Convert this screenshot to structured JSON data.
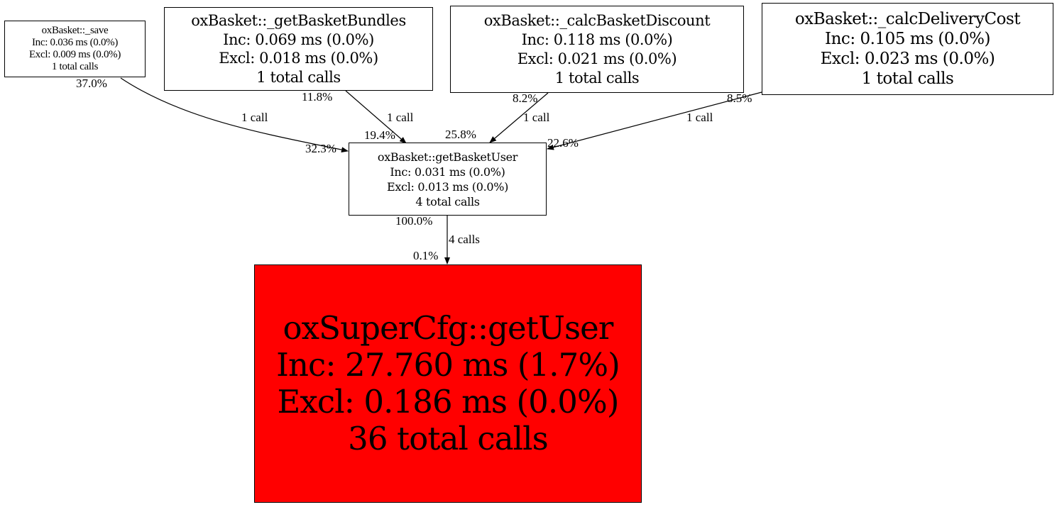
{
  "nodes": {
    "save": {
      "name": "oxBasket::_save",
      "inc": "Inc: 0.036 ms (0.0%)",
      "excl": "Excl: 0.009 ms (0.0%)",
      "calls": "1 total calls"
    },
    "bundles": {
      "name": "oxBasket::_getBasketBundles",
      "inc": "Inc: 0.069 ms (0.0%)",
      "excl": "Excl: 0.018 ms (0.0%)",
      "calls": "1 total calls"
    },
    "discount": {
      "name": "oxBasket::_calcBasketDiscount",
      "inc": "Inc: 0.118 ms (0.0%)",
      "excl": "Excl: 0.021 ms (0.0%)",
      "calls": "1 total calls"
    },
    "delivery": {
      "name": "oxBasket::_calcDeliveryCost",
      "inc": "Inc: 0.105 ms (0.0%)",
      "excl": "Excl: 0.023 ms (0.0%)",
      "calls": "1 total calls"
    },
    "basketuser": {
      "name": "oxBasket::getBasketUser",
      "inc": "Inc: 0.031 ms (0.0%)",
      "excl": "Excl: 0.013 ms (0.0%)",
      "calls": "4 total calls"
    },
    "getuser": {
      "name": "oxSuperCfg::getUser",
      "inc": "Inc: 27.760 ms (1.7%)",
      "excl": "Excl: 0.186 ms (0.0%)",
      "calls": "36 total calls",
      "fill": "#ff0000"
    }
  },
  "edges": {
    "save_to_basketuser": {
      "tail": "37.0%",
      "label": "1 call",
      "head": "32.3%"
    },
    "bundles_to_basketuser": {
      "tail": "11.8%",
      "label": "1 call",
      "head": "19.4%"
    },
    "discount_to_basketuser": {
      "tail": "8.2%",
      "label": "1 call",
      "head": "25.8%"
    },
    "delivery_to_basketuser": {
      "tail": "8.5%",
      "label": "1 call",
      "head": "22.6%"
    },
    "basketuser_to_getuser": {
      "tail": "100.0%",
      "label": "4 calls",
      "head": "0.1%"
    }
  }
}
